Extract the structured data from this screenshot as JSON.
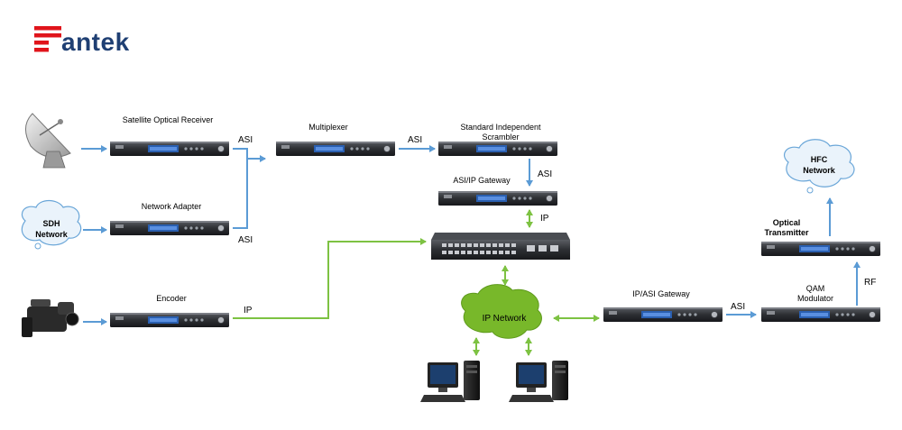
{
  "logo": {
    "text": "antek",
    "brand_color": "#e0141b",
    "text_color": "#1f3f73"
  },
  "colors": {
    "blue_arrow": "#5b9bd5",
    "green_arrow": "#7dc242",
    "cloud_blue_fill": "#eaf3fb",
    "cloud_green_fill": "#78b82a"
  },
  "devices": {
    "satellite_receiver": "Satellite Optical Receiver",
    "network_adapter": "Network Adapter",
    "encoder": "Encoder",
    "multiplexer": "Multiplexer",
    "scrambler_line1": "Standard Independent",
    "scrambler_line2": "Scrambler",
    "asi_ip_gateway": "ASI/IP Gateway",
    "ip_asi_gateway": "IP/ASI Gateway",
    "qam_line1": "QAM",
    "qam_line2": "Modulator",
    "optical_tx_line1": "Optical",
    "optical_tx_line2": "Transmitter"
  },
  "clouds": {
    "sdh_line1": "SDH",
    "sdh_line2": "Network",
    "hfc_line1": "HFC",
    "hfc_line2": "Network",
    "ip_network": "IP Network"
  },
  "connections": {
    "asi_1": "ASI",
    "asi_2": "ASI",
    "asi_3": "ASI",
    "asi_4": "ASI",
    "asi_5": "ASI",
    "ip_1": "IP",
    "ip_2": "IP",
    "rf": "RF"
  },
  "icons": [
    "satellite-dish-icon",
    "video-camera-icon",
    "network-switch-icon",
    "desktop-computer-icon",
    "rack-device-icon"
  ]
}
